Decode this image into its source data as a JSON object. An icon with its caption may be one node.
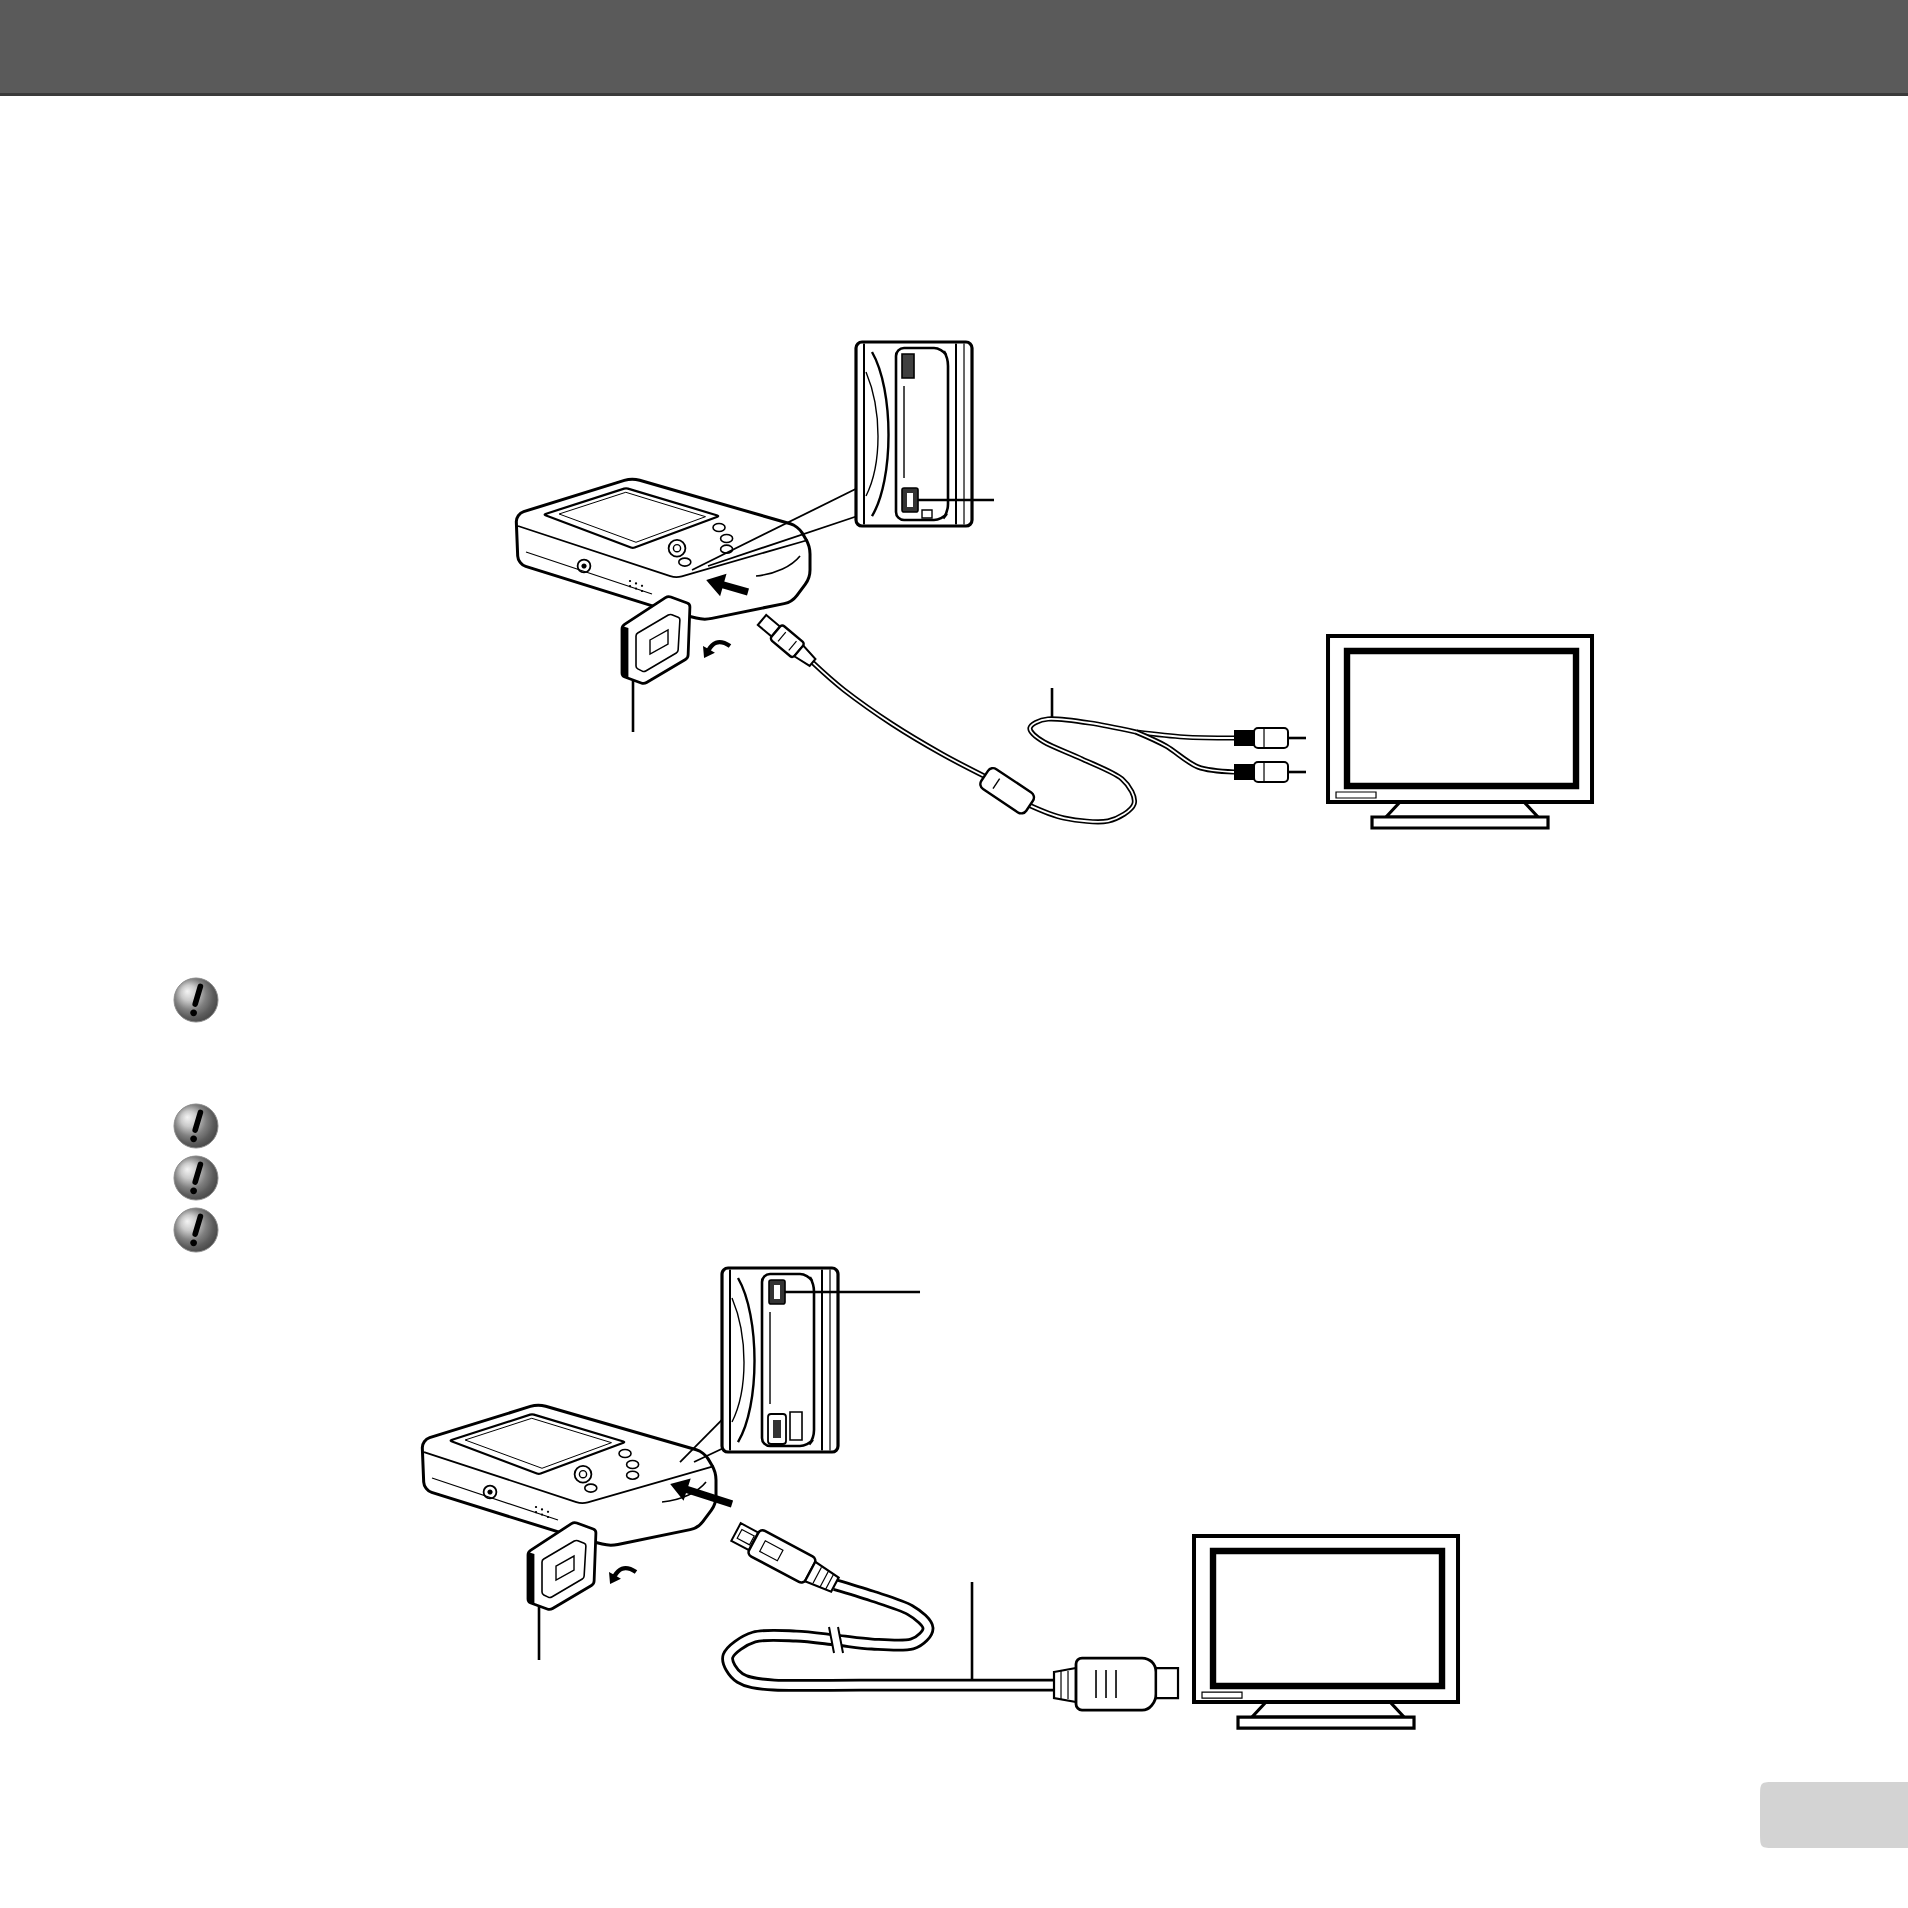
{
  "diagram": {
    "nodes": [
      {
        "text": [],
        "shape": "picture"
      },
      {
        "text": [],
        "shape": "picture",
        "in": 0
      },
      {
        "text": [],
        "shape": "picture"
      },
      {
        "text": [],
        "shape": "picture"
      },
      {
        "text": [],
        "shape": "picture"
      },
      {
        "text": [],
        "shape": "picture",
        "in": 4
      },
      {
        "text": [],
        "shape": "picture"
      },
      {
        "text": [],
        "shape": "picture"
      }
    ],
    "edges": [
      {
        "from": null,
        "to": 1,
        "arrow": "none"
      },
      {
        "from": null,
        "to": 2,
        "arrow": "none"
      },
      {
        "from": null,
        "to": 3,
        "arrow": "none"
      },
      {
        "from": null,
        "to": 5,
        "arrow": "none"
      },
      {
        "from": null,
        "to": 6,
        "arrow": "none"
      },
      {
        "from": null,
        "to": 7,
        "arrow": "none"
      }
    ]
  }
}
